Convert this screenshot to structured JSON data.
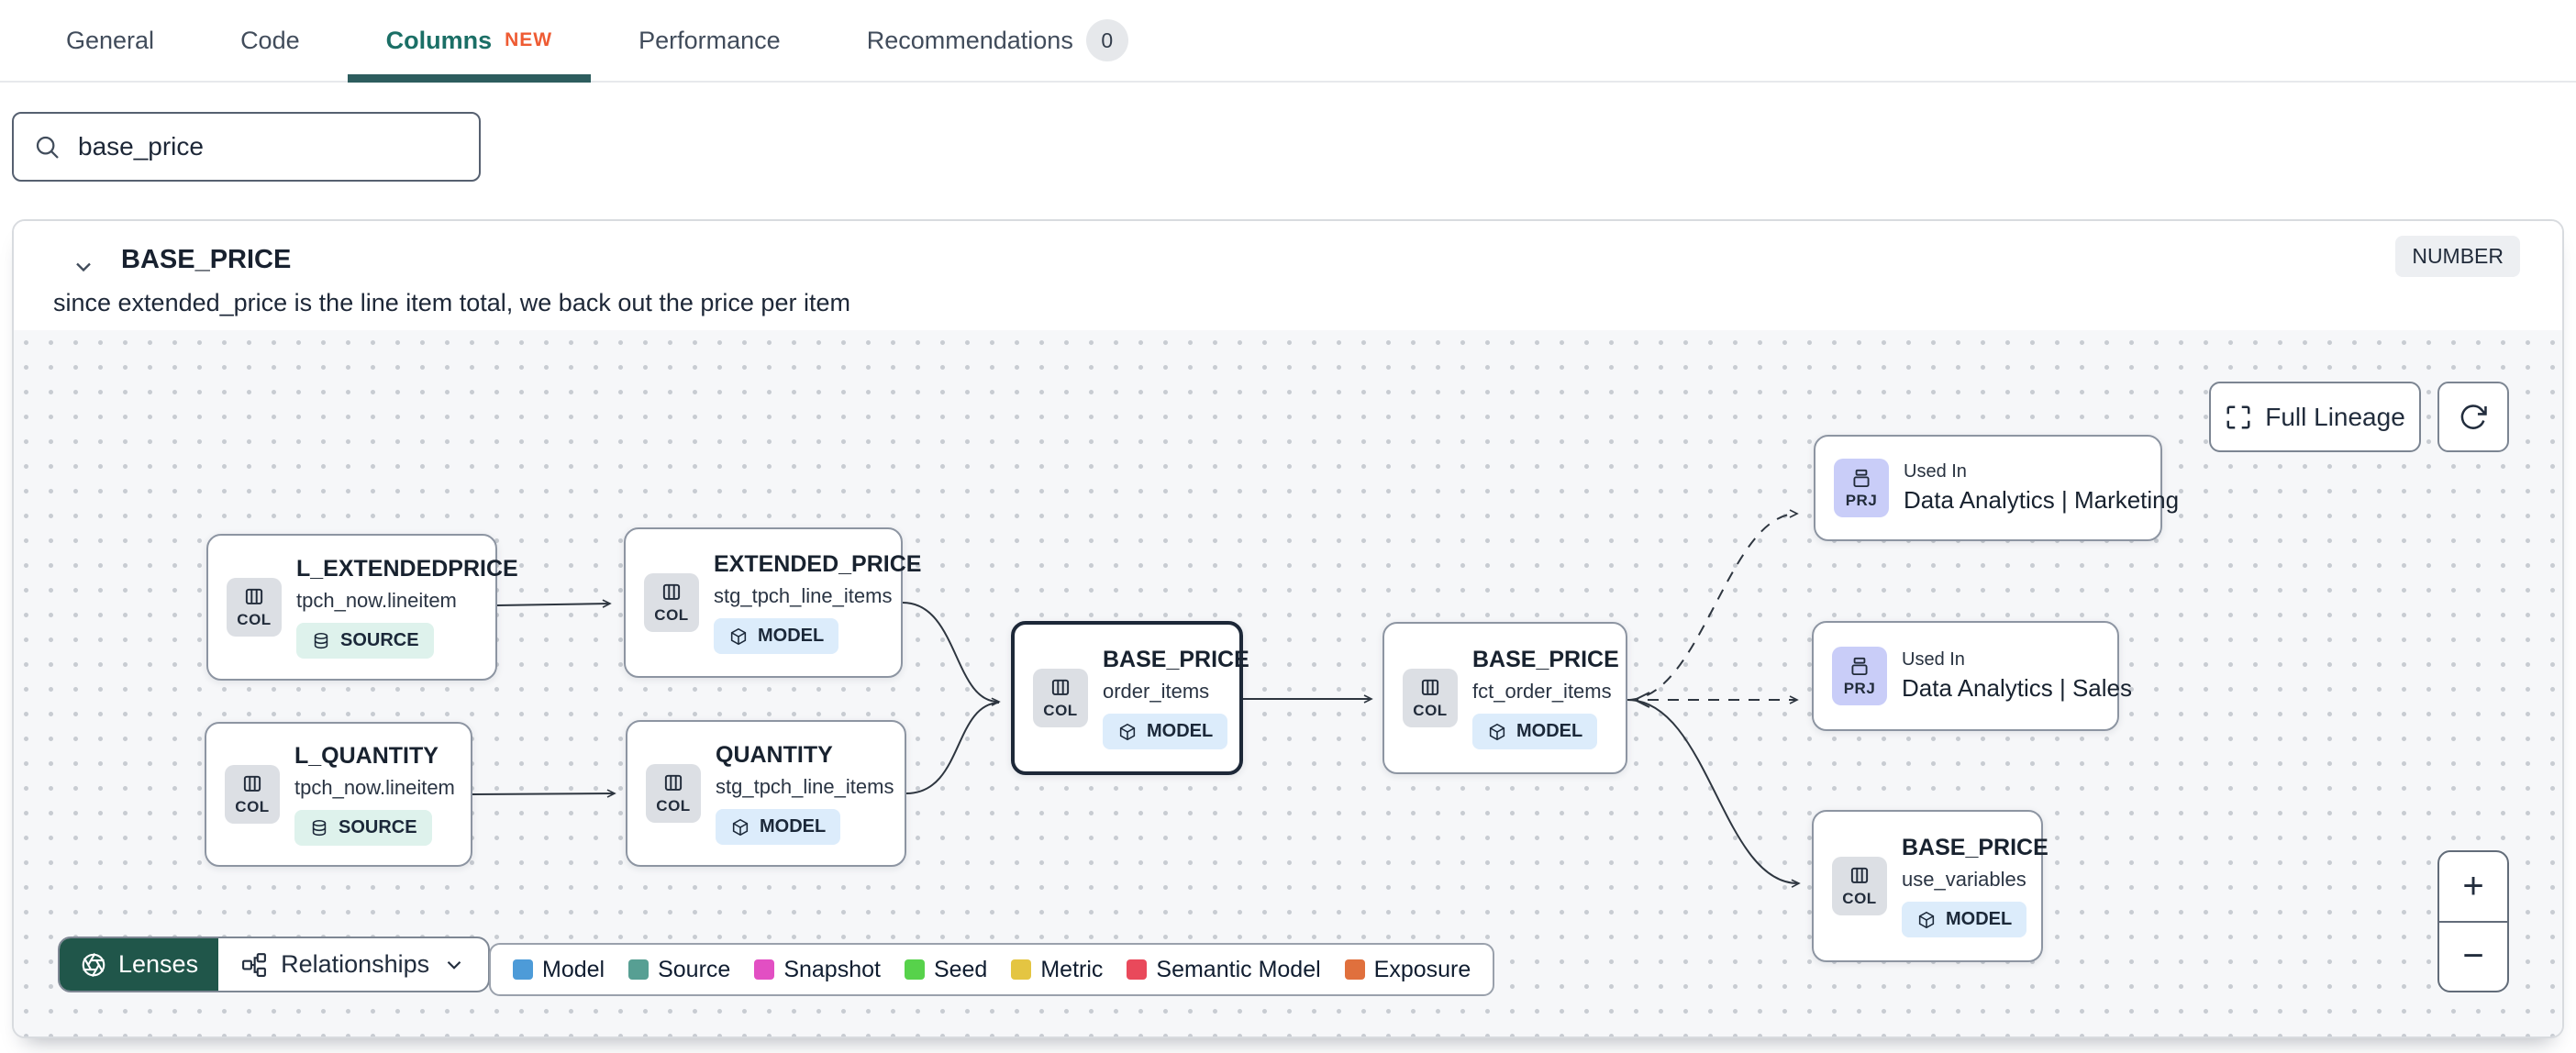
{
  "tabs": {
    "items": [
      {
        "label": "General"
      },
      {
        "label": "Code"
      },
      {
        "label": "Columns",
        "badge": "NEW",
        "active": true
      },
      {
        "label": "Performance"
      },
      {
        "label": "Recommendations",
        "count": "0"
      }
    ]
  },
  "search": {
    "value": "base_price"
  },
  "column_panel": {
    "title": "BASE_PRICE",
    "type_badge": "NUMBER",
    "description": "since extended_price is the line item total, we back out the price per item"
  },
  "lineage": {
    "controls": {
      "full_lineage_label": "Full Lineage",
      "zoom_in": "+",
      "zoom_out": "−"
    },
    "toolbar": {
      "lenses_label": "Lenses",
      "relationships_label": "Relationships"
    },
    "legend": [
      {
        "label": "Model",
        "color": "#4d9bd8"
      },
      {
        "label": "Source",
        "color": "#579f93"
      },
      {
        "label": "Snapshot",
        "color": "#e24fc3"
      },
      {
        "label": "Seed",
        "color": "#57d24b"
      },
      {
        "label": "Metric",
        "color": "#e4c542"
      },
      {
        "label": "Semantic Model",
        "color": "#e9495b"
      },
      {
        "label": "Exposure",
        "color": "#e0703d"
      }
    ],
    "nodes": [
      {
        "title": "L_EXTENDEDPRICE",
        "subtitle": "tpch_now.lineitem",
        "badge": "SOURCE",
        "tile_label": "COL"
      },
      {
        "title": "EXTENDED_PRICE",
        "subtitle": "stg_tpch_line_items",
        "badge": "MODEL",
        "tile_label": "COL"
      },
      {
        "title": "L_QUANTITY",
        "subtitle": "tpch_now.lineitem",
        "badge": "SOURCE",
        "tile_label": "COL"
      },
      {
        "title": "QUANTITY",
        "subtitle": "stg_tpch_line_items",
        "badge": "MODEL",
        "tile_label": "COL"
      },
      {
        "title": "BASE_PRICE",
        "subtitle": "order_items",
        "badge": "MODEL",
        "tile_label": "COL",
        "selected": true
      },
      {
        "title": "BASE_PRICE",
        "subtitle": "fct_order_items",
        "badge": "MODEL",
        "tile_label": "COL"
      },
      {
        "used_in_label": "Used In",
        "name": "Data Analytics | Marketing",
        "tile_label": "PRJ"
      },
      {
        "used_in_label": "Used In",
        "name": "Data Analytics | Sales",
        "tile_label": "PRJ"
      },
      {
        "title": "BASE_PRICE",
        "subtitle": "use_variables",
        "badge": "MODEL",
        "tile_label": "COL"
      }
    ]
  },
  "colors": {
    "accent_teal": "#20564a",
    "tab_active": "#1b6f66",
    "new_badge": "#ee5b33"
  }
}
